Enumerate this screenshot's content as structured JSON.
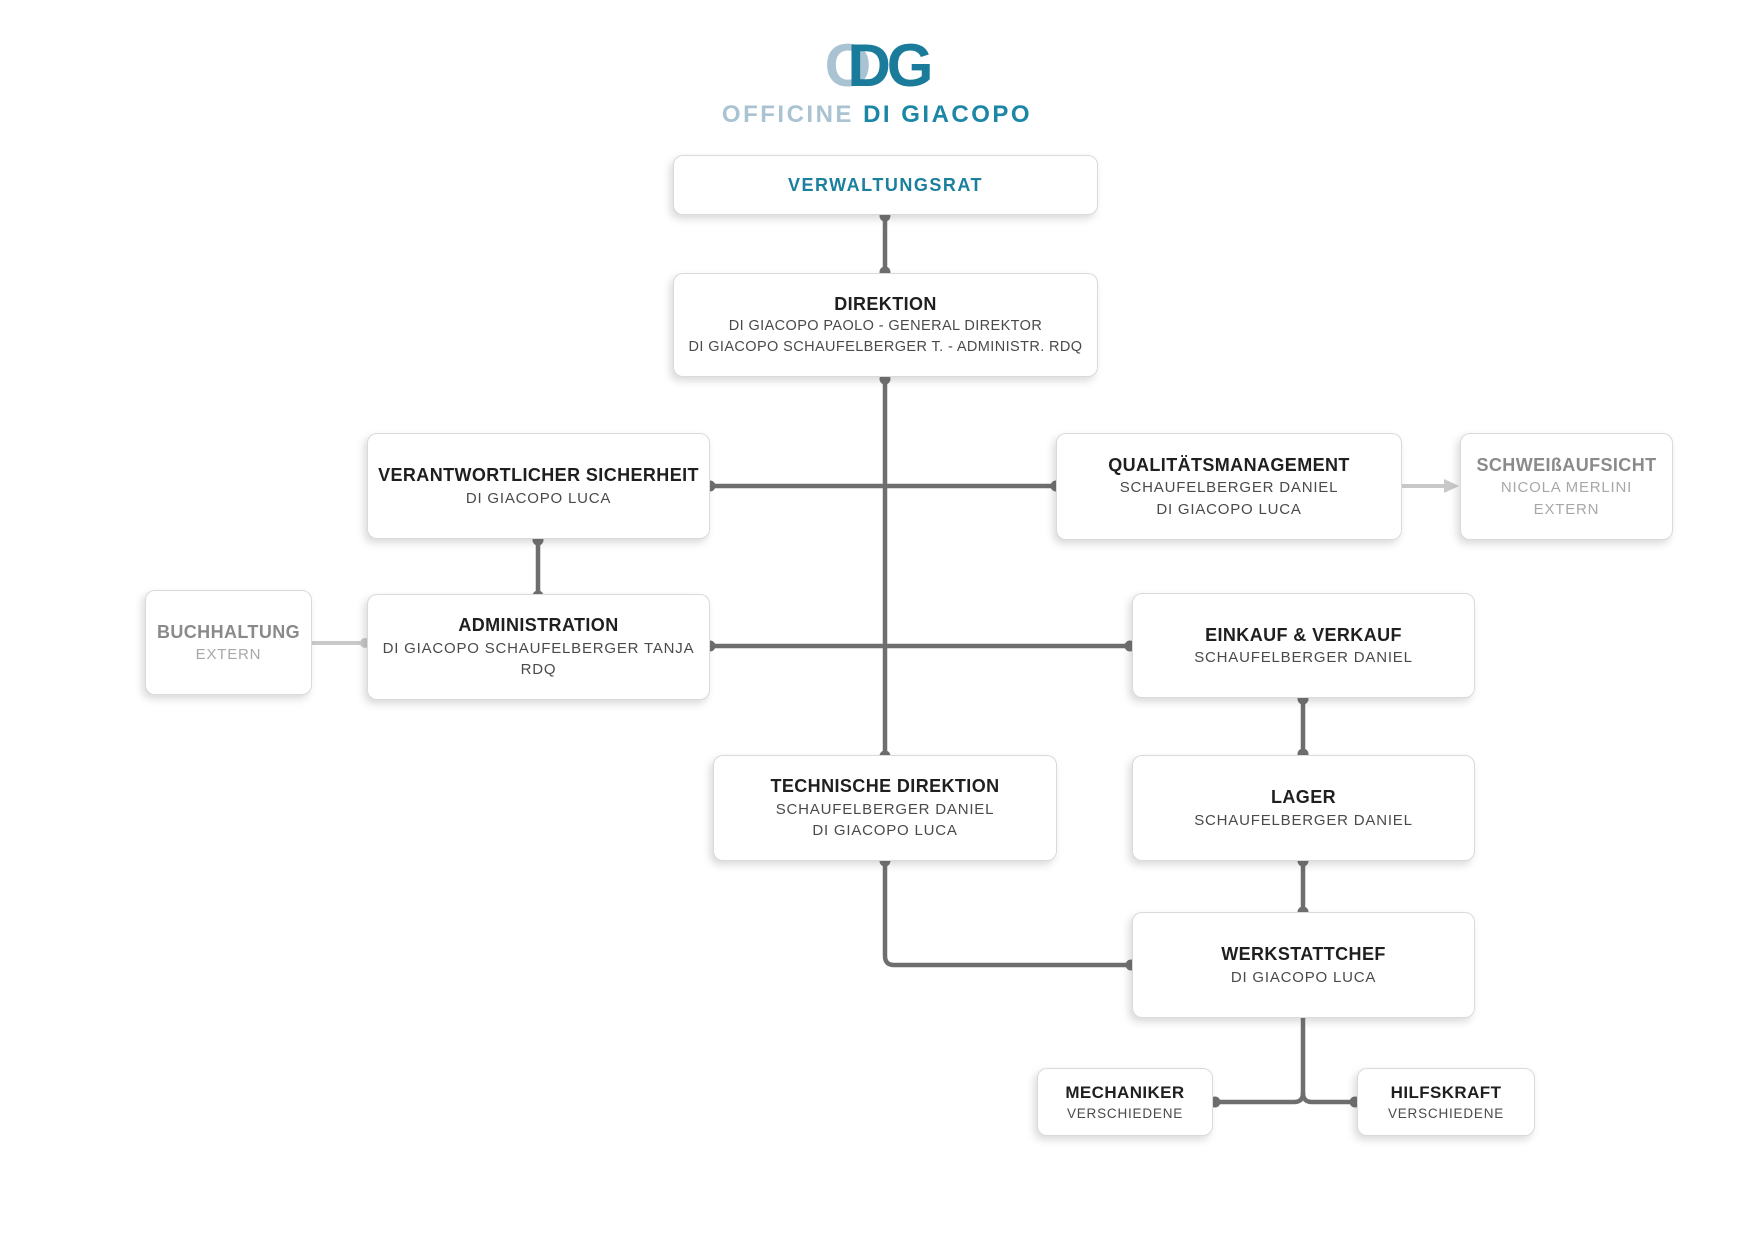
{
  "logo": {
    "mark_o": "O",
    "mark_dg": "DG",
    "wordmark_light": "OFFICINE",
    "wordmark_dark": "DI GIACOPO"
  },
  "colors": {
    "teal": "#1b7f9e",
    "light_blue": "#a9c3d3",
    "connector_dark": "#6e6e6e",
    "connector_light": "#c9c9c9",
    "extern_title_gray": "#8a8a8a",
    "extern_text_gray": "#a8a8a8",
    "title_black": "#1f1f1f"
  },
  "nodes": {
    "verwaltungsrat": {
      "title": "VERWALTUNGSRAT",
      "lines": []
    },
    "direktion": {
      "title": "DIREKTION",
      "lines": [
        "DI GIACOPO PAOLO - GENERAL DIREKTOR",
        "DI GIACOPO SCHAUFELBERGER T. - ADMINISTR. RDQ"
      ]
    },
    "verantwortlicher_sicherheit": {
      "title": "VERANTWORTLICHER SICHERHEIT",
      "lines": [
        "DI GIACOPO LUCA"
      ]
    },
    "qualitaetsmanagement": {
      "title": "QUALITÄTSMANAGEMENT",
      "lines": [
        "SCHAUFELBERGER DANIEL",
        "DI GIACOPO LUCA"
      ]
    },
    "schweissaufsicht": {
      "title": "SCHWEIßAUFSICHT",
      "lines": [
        "NICOLA MERLINI",
        "EXTERN"
      ]
    },
    "buchhaltung": {
      "title": "BUCHHALTUNG",
      "lines": [
        "EXTERN"
      ]
    },
    "administration": {
      "title": "ADMINISTRATION",
      "lines": [
        "DI GIACOPO SCHAUFELBERGER TANJA",
        "RDQ"
      ]
    },
    "einkauf_verkauf": {
      "title": "EINKAUF & VERKAUF",
      "lines": [
        "SCHAUFELBERGER DANIEL"
      ]
    },
    "technische_direktion": {
      "title": "TECHNISCHE DIREKTION",
      "lines": [
        "SCHAUFELBERGER DANIEL",
        "DI GIACOPO LUCA"
      ]
    },
    "lager": {
      "title": "LAGER",
      "lines": [
        "SCHAUFELBERGER DANIEL"
      ]
    },
    "werkstattchef": {
      "title": "WERKSTATTCHEF",
      "lines": [
        "DI GIACOPO LUCA"
      ]
    },
    "mechaniker": {
      "title": "MECHANIKER",
      "lines": [
        "VERSCHIEDENE"
      ]
    },
    "hilfskraft": {
      "title": "HILFSKRAFT",
      "lines": [
        "VERSCHIEDENE"
      ]
    }
  },
  "edges": [
    {
      "from": "verwaltungsrat",
      "to": "direktion",
      "style": "solid"
    },
    {
      "from": "direktion",
      "to": "verantwortlicher_sicherheit",
      "style": "solid"
    },
    {
      "from": "direktion",
      "to": "qualitaetsmanagement",
      "style": "solid"
    },
    {
      "from": "qualitaetsmanagement",
      "to": "schweissaufsicht",
      "style": "extern"
    },
    {
      "from": "verantwortlicher_sicherheit",
      "to": "administration",
      "style": "solid"
    },
    {
      "from": "buchhaltung",
      "to": "administration",
      "style": "extern"
    },
    {
      "from": "direktion",
      "to": "administration",
      "style": "solid"
    },
    {
      "from": "direktion",
      "to": "einkauf_verkauf",
      "style": "solid"
    },
    {
      "from": "direktion",
      "to": "technische_direktion",
      "style": "solid"
    },
    {
      "from": "einkauf_verkauf",
      "to": "lager",
      "style": "solid"
    },
    {
      "from": "lager",
      "to": "werkstattchef",
      "style": "solid"
    },
    {
      "from": "technische_direktion",
      "to": "werkstattchef",
      "style": "solid"
    },
    {
      "from": "werkstattchef",
      "to": "mechaniker",
      "style": "solid"
    },
    {
      "from": "werkstattchef",
      "to": "hilfskraft",
      "style": "solid"
    }
  ]
}
